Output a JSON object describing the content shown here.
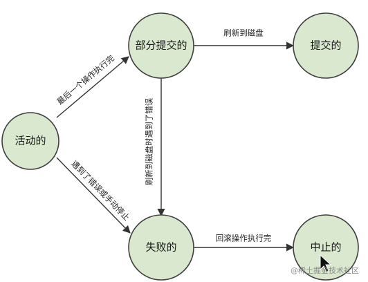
{
  "nodes": {
    "active": "活动的",
    "partially_committed": "部分提交的",
    "committed": "提交的",
    "failed": "失败的",
    "aborted": "中止的"
  },
  "edges": {
    "active_to_partial": "最后一个操作执行完",
    "partial_to_committed": "刷新到磁盘",
    "partial_to_failed": "刷新到磁盘时遇到了错误",
    "active_to_failed": "遇到了错误或手动停止",
    "failed_to_aborted": "回滚操作执行完"
  },
  "watermark": "@稀土掘金技术社区",
  "colors": {
    "node_fill": "#d9e8cf",
    "node_stroke": "#3f3f3f",
    "edge": "#333333"
  }
}
